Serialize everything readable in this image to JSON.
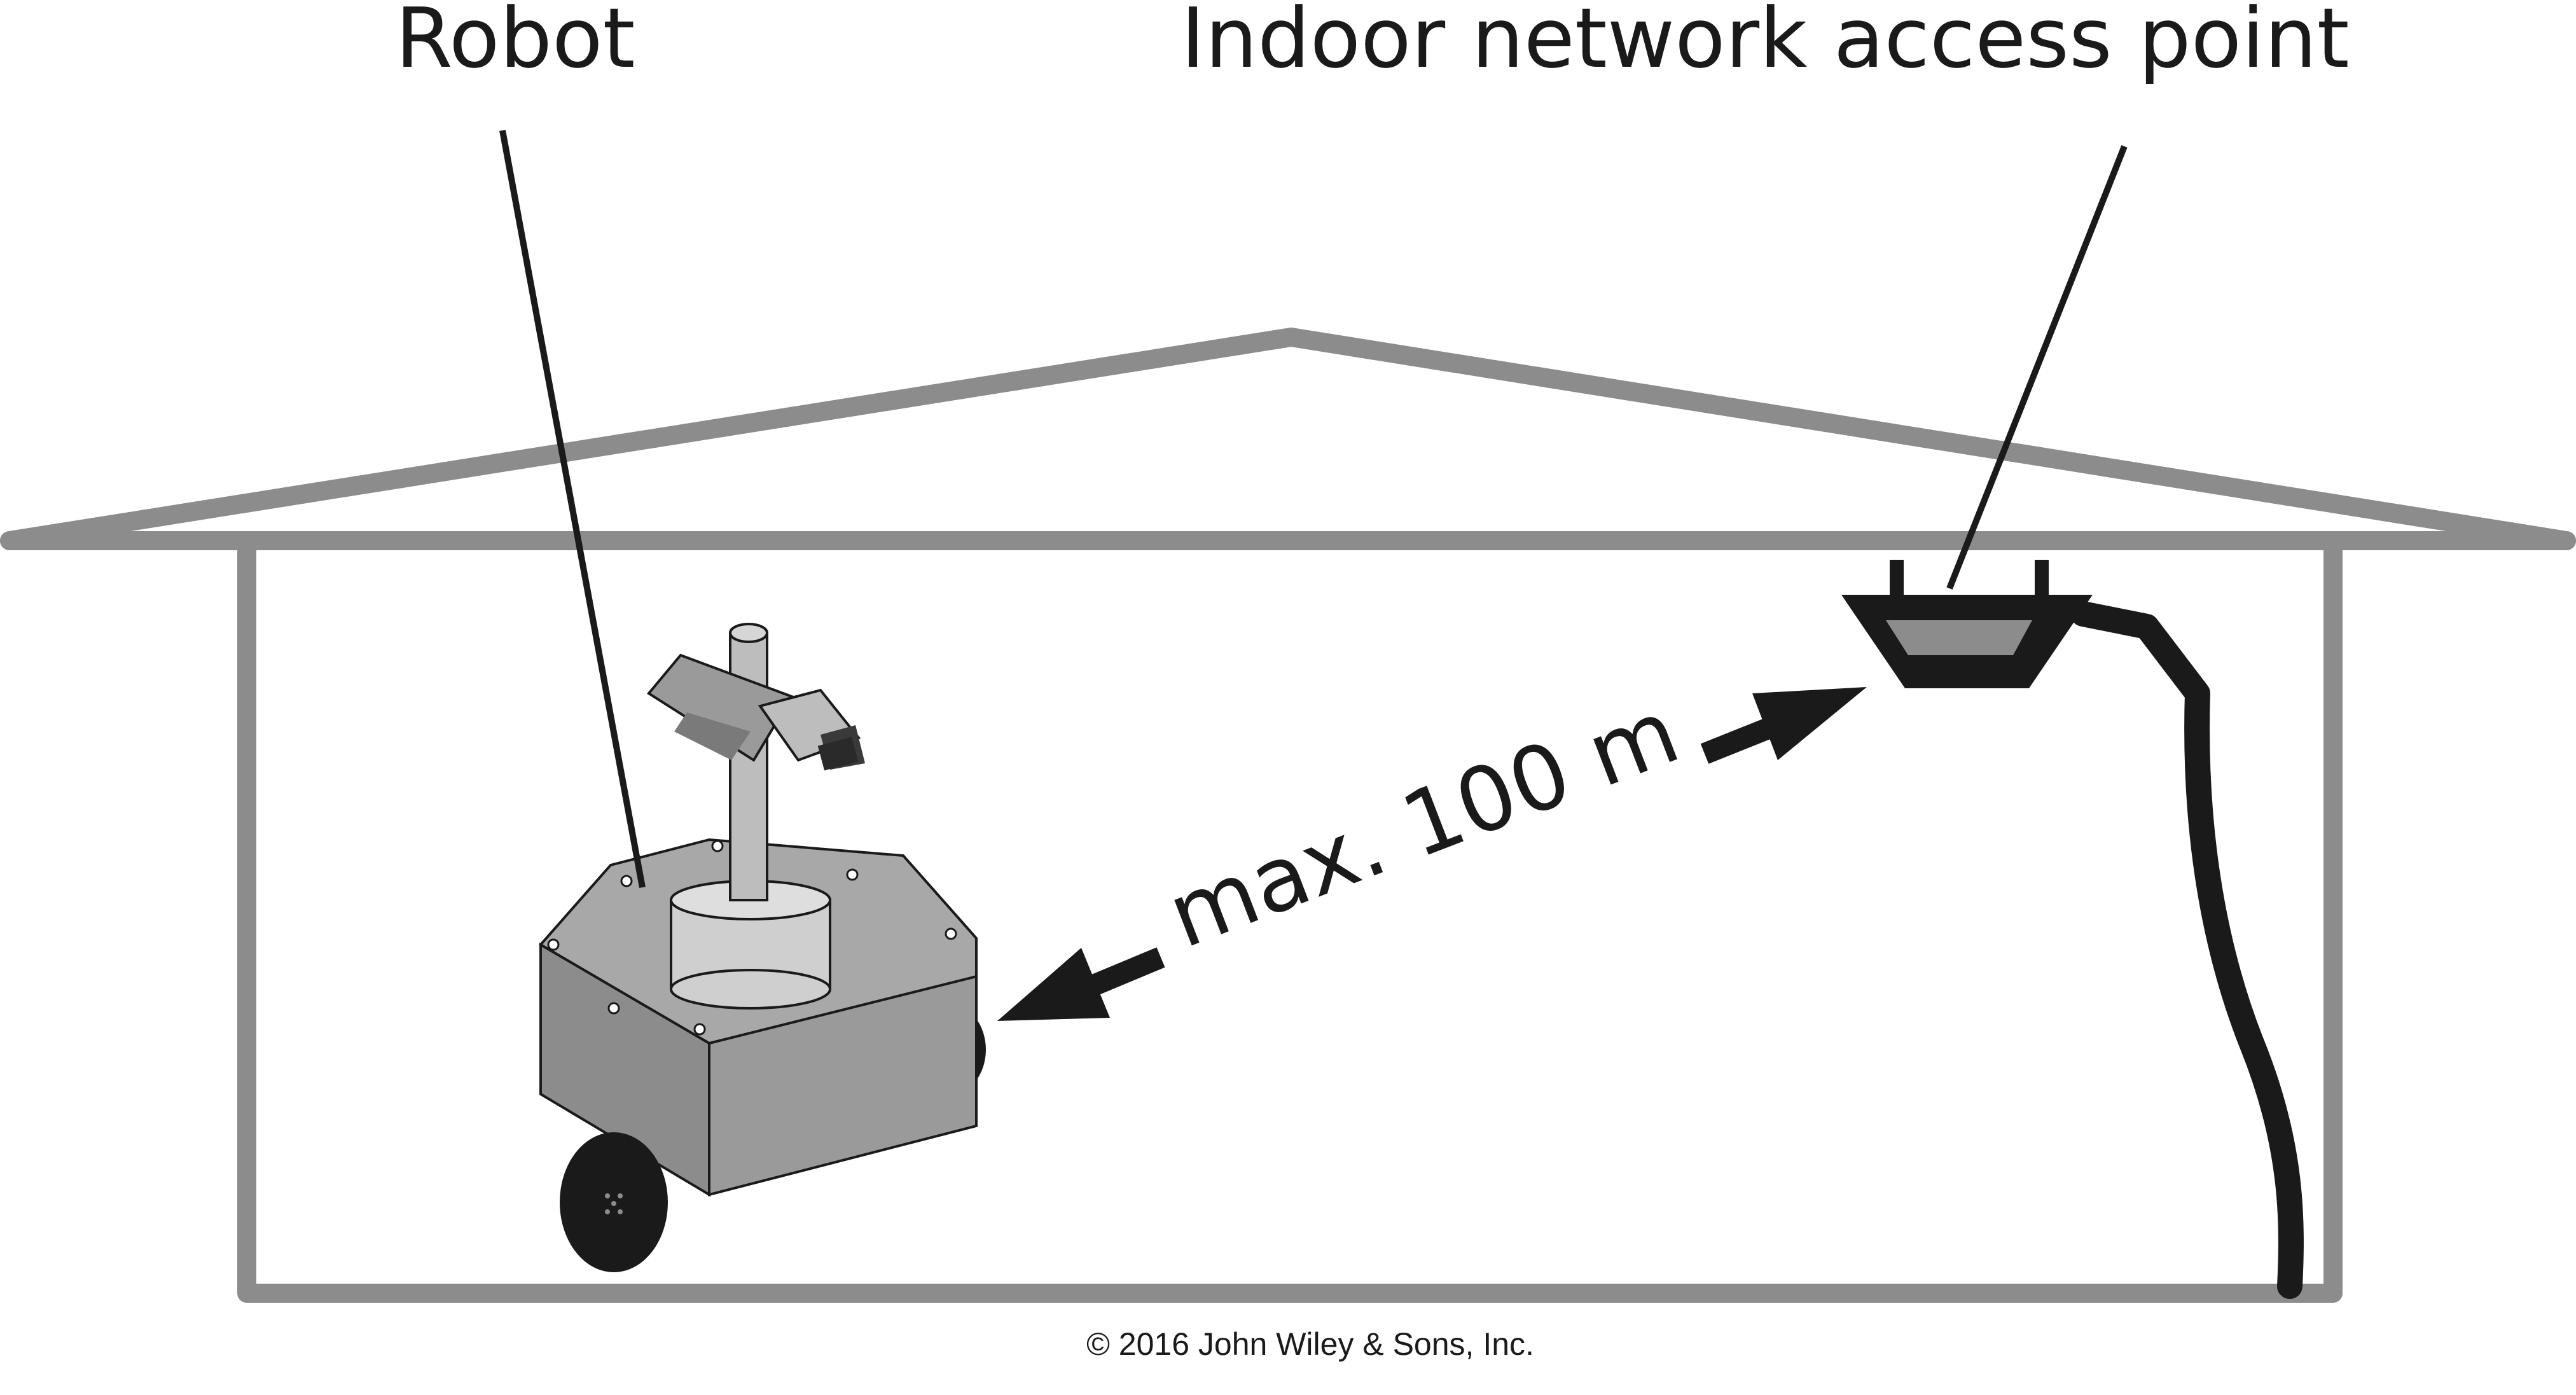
{
  "labels": {
    "robot": "Robot",
    "access_point": "Indoor network access point",
    "distance": "max. 100 m",
    "copyright": "© 2016 John Wiley & Sons, Inc."
  },
  "colors": {
    "house_outline": "#8c8c8c",
    "robot_body": "#9a9a9a",
    "robot_top": "#a8a8a8",
    "dark": "#1a1a1a"
  },
  "icons": [
    "robot",
    "access-point",
    "power-cable",
    "house",
    "double-arrow"
  ]
}
